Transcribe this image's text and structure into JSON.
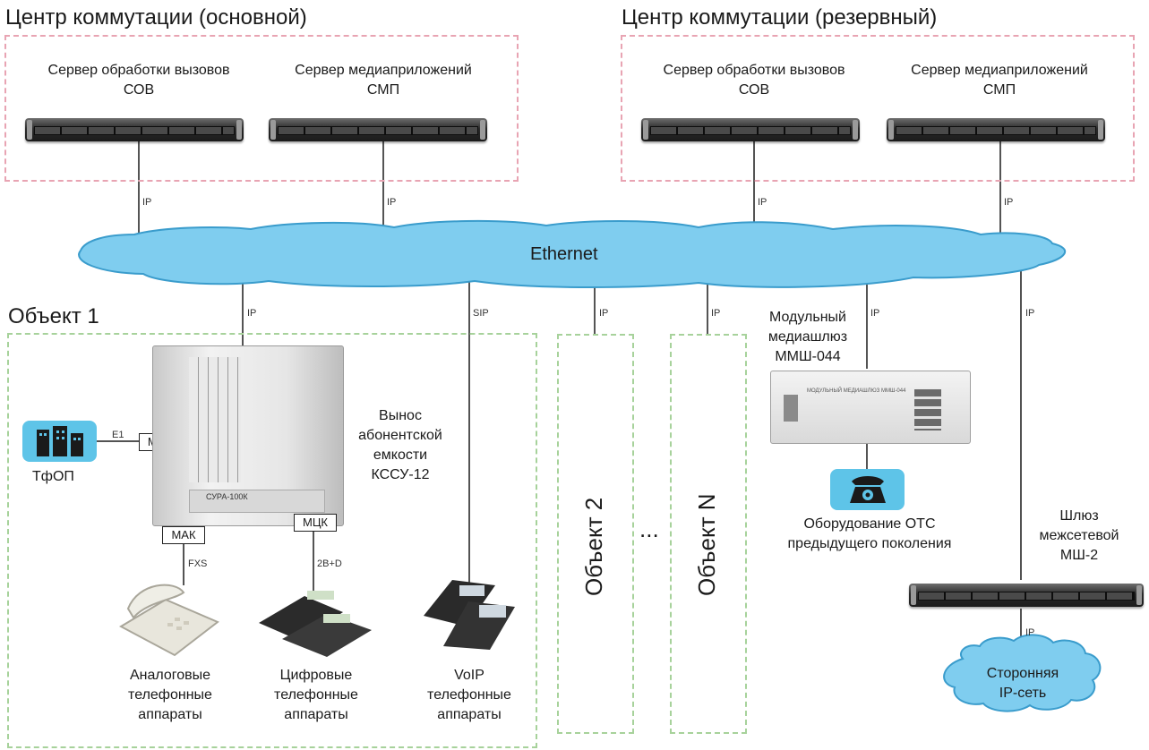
{
  "zones": {
    "primary_title": "Центр коммутации (основной)",
    "backup_title": "Центр коммутации (резервный)",
    "object1_title": "Объект 1",
    "object2_title": "Объект 2",
    "objectN_title": "Объект N",
    "ellipsis": "..."
  },
  "servers": {
    "primary_cps": [
      "Сервер обработки вызовов",
      "СОВ"
    ],
    "primary_media": [
      "Сервер медиаприложений",
      "СМП"
    ],
    "backup_cps": [
      "Сервер обработки вызовов",
      "СОВ"
    ],
    "backup_media": [
      "Сервер медиаприложений",
      "СМП"
    ]
  },
  "network": {
    "ethernet": "Ethernet",
    "ip": "IP",
    "sip": "SIP",
    "e1": "E1",
    "fxs": "FXS",
    "2bd": "2B+D"
  },
  "object1": {
    "pstn": "ТфОП",
    "mshs": "МШС",
    "mak": "МАК",
    "mck": "МЦК",
    "remote": [
      "Вынос",
      "абонентской",
      "емкости",
      "КССУ-12"
    ],
    "chassis_brand": "СУРА-100К",
    "analog": [
      "Аналоговые",
      "телефонные",
      "аппараты"
    ],
    "digital": [
      "Цифровые",
      "телефонные",
      "аппараты"
    ],
    "voip": [
      "VoIP",
      "телефонные",
      "аппараты"
    ]
  },
  "mediagateway": {
    "label": [
      "Модульный",
      "медиашлюз",
      "ММШ-044"
    ],
    "panel_text": "МОДУЛЬНЫЙ МЕДИАШЛЮЗ ММШ-044",
    "legacy": [
      "Оборудование ОТС",
      "предыдущего поколения"
    ]
  },
  "firewall": {
    "label": [
      "Шлюз",
      "межсетевой",
      "МШ-2"
    ],
    "thirdparty": [
      "Сторонняя",
      "IP-сеть"
    ]
  },
  "colors": {
    "cloud": "#7fcdef",
    "cloud_stroke": "#3a9ccc",
    "primary_border": "#e8a4b3",
    "object_border": "#a7d29b",
    "icon_box": "#5ec4e8"
  }
}
